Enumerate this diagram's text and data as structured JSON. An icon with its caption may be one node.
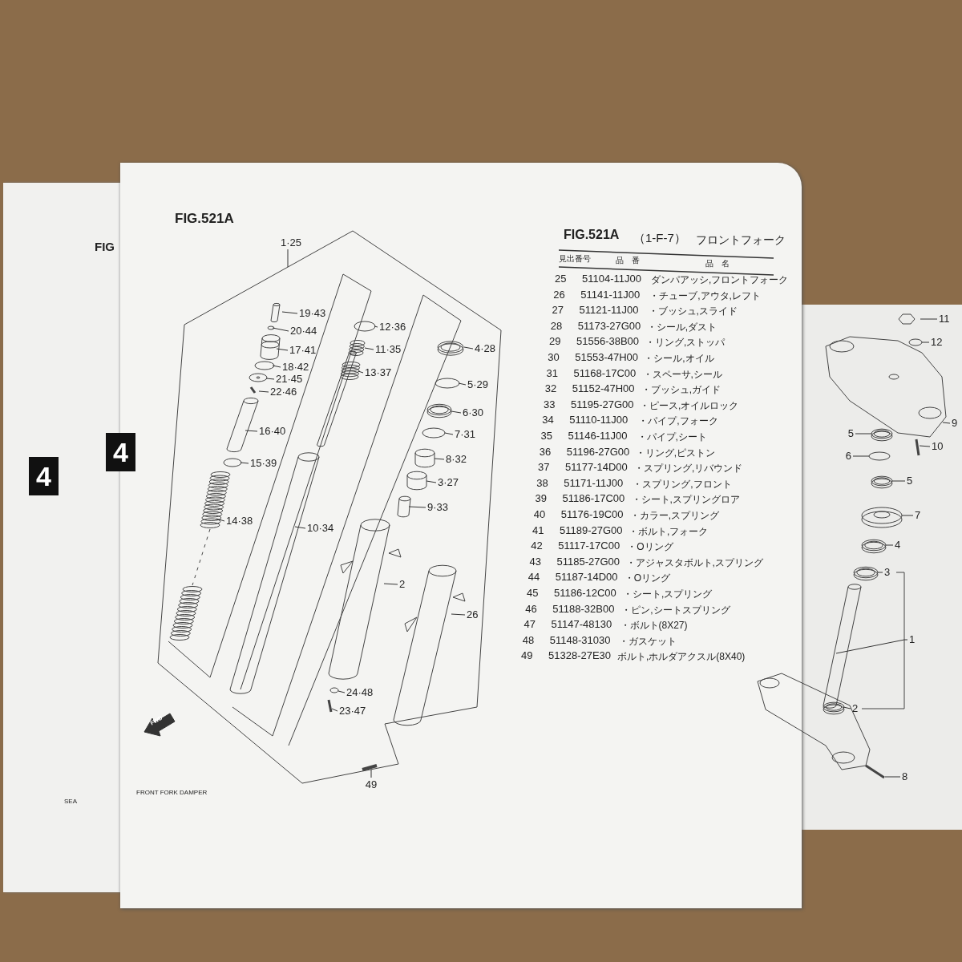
{
  "diagram": {
    "nodes": [
      {
        "text": [
          "1·25"
        ]
      },
      {
        "text": [
          "19·43"
        ]
      },
      {
        "text": [
          "20·44"
        ]
      },
      {
        "text": [
          "17·41"
        ]
      },
      {
        "text": [
          "18·42"
        ]
      },
      {
        "text": [
          "21·45"
        ]
      },
      {
        "text": [
          "22·46"
        ]
      },
      {
        "text": [
          "16·40"
        ]
      },
      {
        "text": [
          "15·39"
        ]
      },
      {
        "text": [
          "14·38"
        ]
      },
      {
        "text": [
          "12·36"
        ]
      },
      {
        "text": [
          "11·35"
        ]
      },
      {
        "text": [
          "13·37"
        ]
      },
      {
        "text": [
          "10·34"
        ]
      },
      {
        "text": [
          "4·28"
        ]
      },
      {
        "text": [
          "5·29"
        ]
      },
      {
        "text": [
          "6·30"
        ]
      },
      {
        "text": [
          "7·31"
        ]
      },
      {
        "text": [
          "8·32"
        ]
      },
      {
        "text": [
          "3·27"
        ]
      },
      {
        "text": [
          "9·33"
        ]
      },
      {
        "text": [
          "2"
        ]
      },
      {
        "text": [
          "26"
        ]
      },
      {
        "text": [
          "24·48"
        ]
      },
      {
        "text": [
          "23·47"
        ]
      },
      {
        "text": [
          "49"
        ]
      },
      {
        "text": [
          "11"
        ]
      },
      {
        "text": [
          "12"
        ]
      },
      {
        "text": [
          "9"
        ]
      },
      {
        "text": [
          "5"
        ]
      },
      {
        "text": [
          "10"
        ]
      },
      {
        "text": [
          "6"
        ]
      },
      {
        "text": [
          "5"
        ]
      },
      {
        "text": [
          "7"
        ]
      },
      {
        "text": [
          "4"
        ]
      },
      {
        "text": [
          "3"
        ]
      },
      {
        "text": [
          "1"
        ]
      },
      {
        "text": [
          "2"
        ]
      },
      {
        "text": [
          "8"
        ]
      }
    ],
    "edges": [
      {
        "from": 0,
        "to": null,
        "arrow": "none"
      },
      {
        "from": 1,
        "to": null,
        "arrow": "none"
      },
      {
        "from": 2,
        "to": null,
        "arrow": "none"
      },
      {
        "from": 3,
        "to": null,
        "arrow": "none"
      },
      {
        "from": 4,
        "to": null,
        "arrow": "none"
      },
      {
        "from": 5,
        "to": null,
        "arrow": "none"
      },
      {
        "from": 6,
        "to": null,
        "arrow": "none"
      },
      {
        "from": 7,
        "to": null,
        "arrow": "none"
      },
      {
        "from": 8,
        "to": null,
        "arrow": "none"
      },
      {
        "from": 9,
        "to": null,
        "arrow": "none"
      },
      {
        "from": 10,
        "to": null,
        "arrow": "none"
      },
      {
        "from": 11,
        "to": null,
        "arrow": "none"
      },
      {
        "from": 12,
        "to": null,
        "arrow": "none"
      },
      {
        "from": 13,
        "to": null,
        "arrow": "none"
      },
      {
        "from": 14,
        "to": null,
        "arrow": "none"
      },
      {
        "from": 15,
        "to": null,
        "arrow": "none"
      },
      {
        "from": 16,
        "to": null,
        "arrow": "none"
      },
      {
        "from": 17,
        "to": null,
        "arrow": "none"
      },
      {
        "from": 18,
        "to": null,
        "arrow": "none"
      },
      {
        "from": 19,
        "to": null,
        "arrow": "none"
      },
      {
        "from": 20,
        "to": null,
        "arrow": "none"
      },
      {
        "from": 21,
        "to": null,
        "arrow": "none"
      },
      {
        "from": 22,
        "to": null,
        "arrow": "none"
      },
      {
        "from": 23,
        "to": null,
        "arrow": "none"
      },
      {
        "from": 24,
        "to": null,
        "arrow": "none"
      },
      {
        "from": 25,
        "to": null,
        "arrow": "none"
      },
      {
        "from": 26,
        "to": null,
        "arrow": "none"
      },
      {
        "from": 27,
        "to": null,
        "arrow": "none"
      },
      {
        "from": 28,
        "to": null,
        "arrow": "none"
      },
      {
        "from": 29,
        "to": null,
        "arrow": "none"
      },
      {
        "from": 30,
        "to": null,
        "arrow": "none"
      },
      {
        "from": 31,
        "to": null,
        "arrow": "none"
      },
      {
        "from": 32,
        "to": null,
        "arrow": "none"
      },
      {
        "from": 33,
        "to": null,
        "arrow": "none"
      },
      {
        "from": 34,
        "to": null,
        "arrow": "none"
      },
      {
        "from": 35,
        "to": null,
        "arrow": "none"
      },
      {
        "from": 36,
        "to": null,
        "arrow": "none"
      },
      {
        "from": 37,
        "to": null,
        "arrow": "none"
      },
      {
        "from": 38,
        "to": null,
        "arrow": "none"
      }
    ],
    "labels": [
      "FIG",
      "4",
      "SEA",
      "FIG.521A",
      "4",
      "FWD",
      "FRONT FORK DAMPER",
      "FIG.521A",
      "（1-F-7）",
      "フロントフォーク",
      "見出番号",
      "品　番",
      "品　名",
      "25",
      "51104-11J00",
      "ダンパアッシ,フロントフォーク",
      "26",
      "51141-11J00",
      "・チューブ,アウタ,レフト",
      "27",
      "51121-11J00",
      "・ブッシュ,スライド",
      "28",
      "51173-27G00",
      "・シール,ダスト",
      "29",
      "51556-38B00",
      "・リング,ストッパ",
      "30",
      "51553-47H00",
      "・シール,オイル",
      "31",
      "51168-17C00",
      "・スペーサ,シール",
      "32",
      "51152-47H00",
      "・ブッシュ,ガイド",
      "33",
      "51195-27G00",
      "・ピース,オイルロック",
      "34",
      "51110-11J00",
      "・パイプ,フォーク",
      "35",
      "51146-11J00",
      "・パイプ,シート",
      "36",
      "51196-27G00",
      "・リング,ピストン",
      "37",
      "51177-14D00",
      "・スプリング,リバウンド",
      "38",
      "51171-11J00",
      "・スプリング,フロント",
      "39",
      "51186-17C00",
      "・シート,スプリングロア",
      "40",
      "51176-19C00",
      "・カラー,スプリング",
      "41",
      "51189-27G00",
      "・ボルト,フォーク",
      "42",
      "51117-17C00",
      "・Oリング",
      "43",
      "51185-27G00",
      "・アジャスタボルト,スプリング",
      "44",
      "51187-14D00",
      "・Oリング",
      "45",
      "51186-12C00",
      "・シート,スプリング",
      "46",
      "51188-32B00",
      "・ピン,シートスプリング",
      "47",
      "51147-48130",
      "・ボルト(8X27)",
      "48",
      "51148-31030",
      "・ガスケット",
      "49",
      "51328-27E30",
      "ボルト,ホルダアクスル(8X40)"
    ]
  }
}
